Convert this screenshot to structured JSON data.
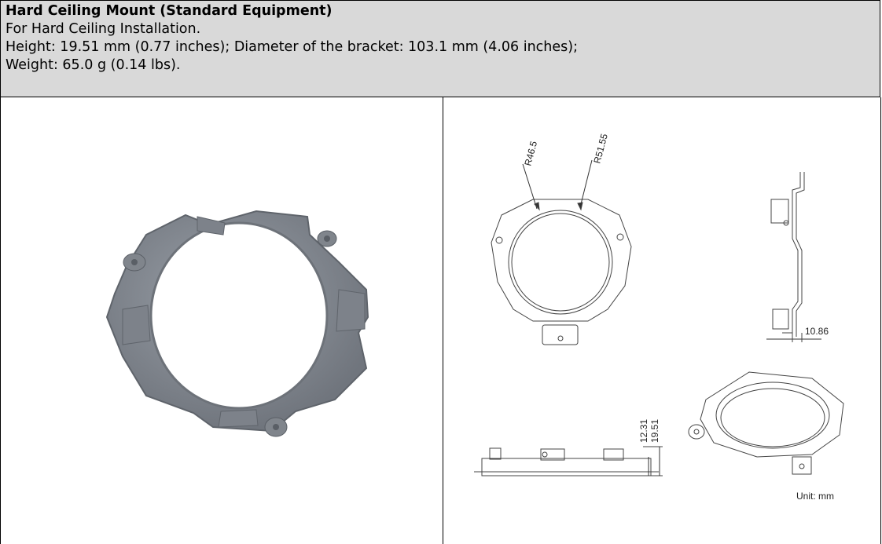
{
  "header": {
    "title": "Hard Ceiling Mount (Standard Equipment)",
    "line1": "For Hard Ceiling Installation.",
    "line2": "Height: 19.51 mm (0.77 inches); Diameter of the bracket: 103.1 mm (4.06 inches);",
    "line3": "Weight: 65.0 g (0.14 lbs)."
  },
  "drawing": {
    "dim_r_inner": "R46.5",
    "dim_r_outer": "R51.55",
    "dim_offset": "10.86",
    "dim_h1": "12.31",
    "dim_h2": "19.51",
    "unit_note": "Unit: mm"
  },
  "colors": {
    "header_bg": "#d9d9d9",
    "bracket_gray": "#8a8f96"
  }
}
